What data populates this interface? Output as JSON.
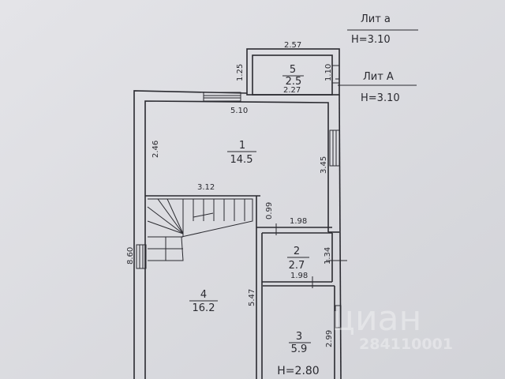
{
  "legend": [
    {
      "title": "Лит а",
      "height": "H=3.10"
    },
    {
      "title": "Лит А",
      "height": "H=3.10"
    }
  ],
  "rooms": [
    {
      "number": "1",
      "area": "14.5"
    },
    {
      "number": "2",
      "area": "2.7"
    },
    {
      "number": "3",
      "area": "5.9"
    },
    {
      "number": "4",
      "area": "16.2"
    },
    {
      "number": "5",
      "area": "2.5"
    }
  ],
  "dimensions": {
    "r5_top": "2.57",
    "r5_left": "1.25",
    "r5_right": "1.10",
    "r5_bottom": "2.27",
    "r1_top": "5.10",
    "r1_left": "2.46",
    "r1_right": "3.45",
    "r1_bottom": "3.12",
    "partition": "0.99",
    "r2_top": "1.98",
    "r2_right": "1.34",
    "r2_bottom": "1.98",
    "total_left": "8.60",
    "r4_right": "5.47",
    "r3_right": "2.99"
  },
  "floor_height": "H=2.80",
  "watermark": {
    "brand": "циан",
    "id": "284110001"
  }
}
